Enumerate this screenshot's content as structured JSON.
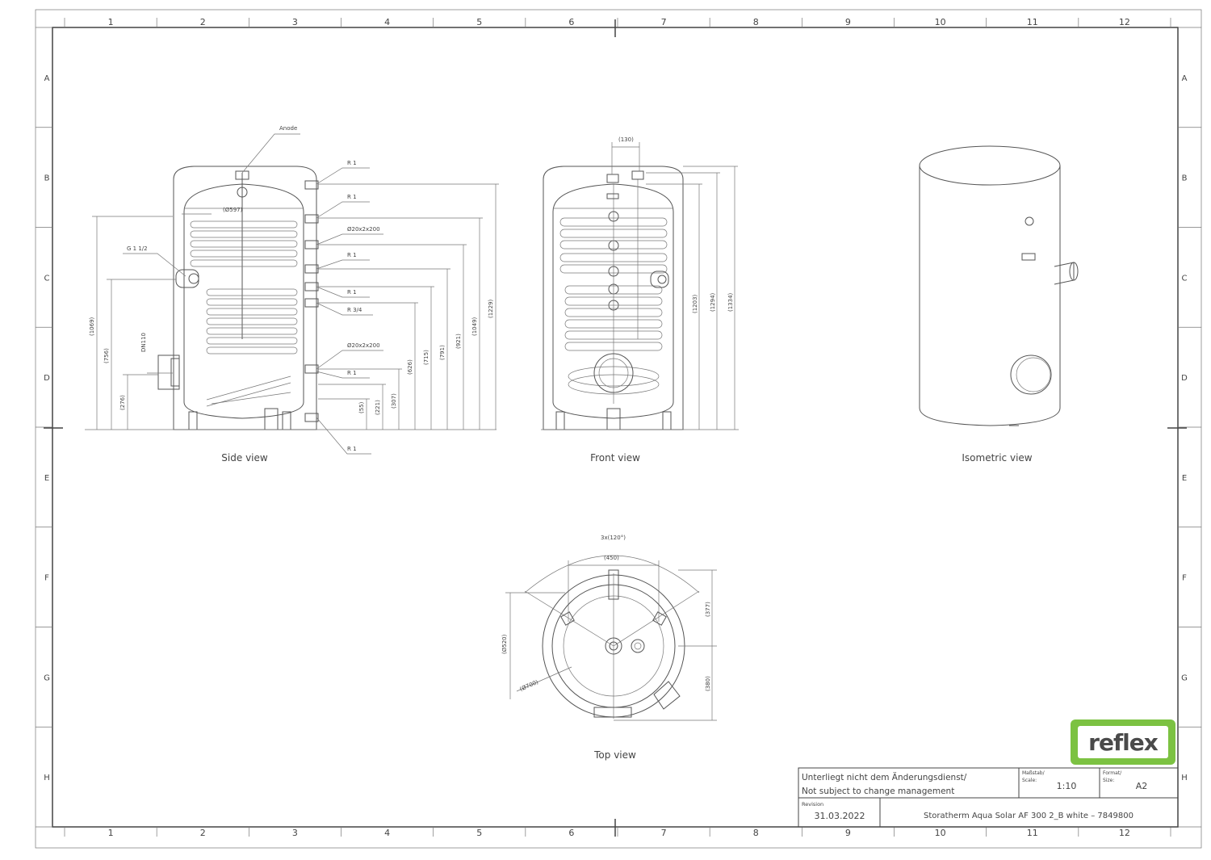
{
  "grid": {
    "columns": [
      "1",
      "2",
      "3",
      "4",
      "5",
      "6",
      "7",
      "8",
      "9",
      "10",
      "11",
      "12"
    ],
    "rows": [
      "A",
      "B",
      "C",
      "D",
      "E",
      "F",
      "G",
      "H"
    ]
  },
  "views": {
    "side": "Side view",
    "front": "Front view",
    "iso": "Isometric view",
    "top": "Top view"
  },
  "side_labels": {
    "anode": "Anode",
    "dia597": "(Ø597)",
    "g112": "G 1 1/2",
    "dn110": "DN110",
    "r1a": "R 1",
    "r1b": "R 1",
    "coil1": "Ø20x2x200",
    "r1c": "R 1",
    "r1d": "R 1",
    "r34": "R 3/4",
    "coil2": "Ø20x2x200",
    "r1e": "R 1",
    "r1f": "R 1"
  },
  "side_dims": {
    "d1069": "(1069)",
    "d756": "(756)",
    "d276": "(276)",
    "d55": "(55)",
    "d221": "(221)",
    "d307": "(307)",
    "d626": "(626)",
    "d715": "(715)",
    "d791": "(791)",
    "d921": "(921)",
    "d1049": "(1049)",
    "d1229": "(1229)"
  },
  "front_dims": {
    "d130": "(130)",
    "d1203": "(1203)",
    "d1294": "(1294)",
    "d1334": "(1334)"
  },
  "top_dims": {
    "angle": "3x(120°)",
    "d450": "(450)",
    "d520": "(Ø520)",
    "d700": "(Ø700)",
    "d377": "(377)",
    "d380": "(380)"
  },
  "title_block": {
    "note_de": "Unterliegt nicht dem Änderungsdienst/",
    "note_en": "Not subject to change management",
    "scale_label_de": "Maßstab/",
    "scale_label_en": "Scale:",
    "scale": "1:10",
    "format_label_de": "Format/",
    "format_label_en": "Size:",
    "format": "A2",
    "revision_label": "Revision",
    "revision": "31.03.2022",
    "title": "Storatherm Aqua Solar AF 300 2_B white – 7849800"
  },
  "logo": {
    "text": "reflex",
    "color": "#7cc242"
  }
}
